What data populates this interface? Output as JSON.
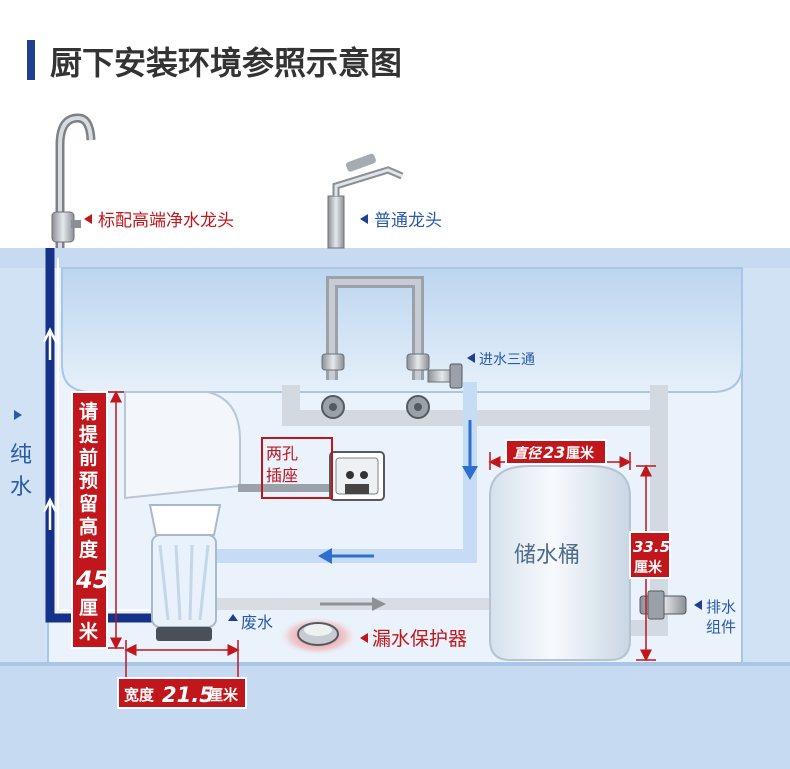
{
  "title": "厨下安装环境参照示意图",
  "labels": {
    "premium_faucet": "标配高端净水龙头",
    "normal_faucet": "普通龙头",
    "inlet_tee": "进水三通",
    "pure_water": [
      "纯",
      "水"
    ],
    "socket": [
      "两孔",
      "插座"
    ],
    "reserve_height_lines": [
      "请",
      "提",
      "前",
      "预",
      "留",
      "高",
      "度"
    ],
    "reserve_height_value": "45",
    "reserve_height_unit": [
      "厘",
      "米"
    ],
    "diameter_prefix": "直径",
    "diameter_value": "23",
    "diameter_unit": "厘米",
    "tank": "储水桶",
    "tank_height_value": "33.5",
    "tank_height_unit": "厘米",
    "drain_assembly": [
      "排水",
      "组件"
    ],
    "waste_water": "废水",
    "leak_protector": "漏水保护器",
    "width_prefix": "宽度",
    "width_value": "21.5",
    "width_unit": "厘米"
  },
  "colors": {
    "title_bar": "#1f3f94",
    "accent_red": "#c0161c",
    "blue_text": "#2a5aa8",
    "pure_pipe": "#15318a",
    "flow_arrow": "#2f6fd0",
    "cabinet": "#cfe1f4",
    "cabinet_edge": "#a9c6e6"
  }
}
